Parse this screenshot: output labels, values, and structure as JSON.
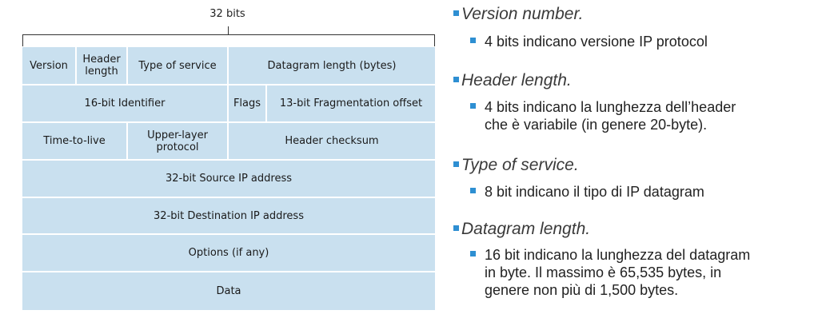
{
  "diagram": {
    "width_label": "32 bits",
    "rows": [
      [
        "Version",
        "Header\nlength",
        "Type of service",
        "Datagram length (bytes)"
      ],
      [
        "16-bit Identifier",
        "Flags",
        "13-bit Fragmentation offset"
      ],
      [
        "Time-to-live",
        "Upper-layer\nprotocol",
        "Header checksum"
      ],
      [
        "32-bit Source IP address"
      ],
      [
        "32-bit Destination IP address"
      ],
      [
        "Options (if any)"
      ],
      [
        "Data"
      ]
    ],
    "colors": {
      "cell_fill": "#c9e0ef",
      "cell_border": "#ffffff"
    }
  },
  "bullets": [
    {
      "heading": "Version number.",
      "text": "4 bits indicano versione IP protocol"
    },
    {
      "heading": "Header length.",
      "text": "4 bits indicano la lunghezza dell’header\nche è variabile (in genere 20-byte)."
    },
    {
      "heading": "Type of service.",
      "text": "8 bit indicano il tipo di IP datagram"
    },
    {
      "heading": "Datagram length.",
      "text": "16 bit indicano la lunghezza del datagram\nin byte. Il massimo è 65,535 bytes, in\ngenere non più di 1,500 bytes."
    }
  ],
  "colors": {
    "bullet": "#2e8fd2"
  }
}
